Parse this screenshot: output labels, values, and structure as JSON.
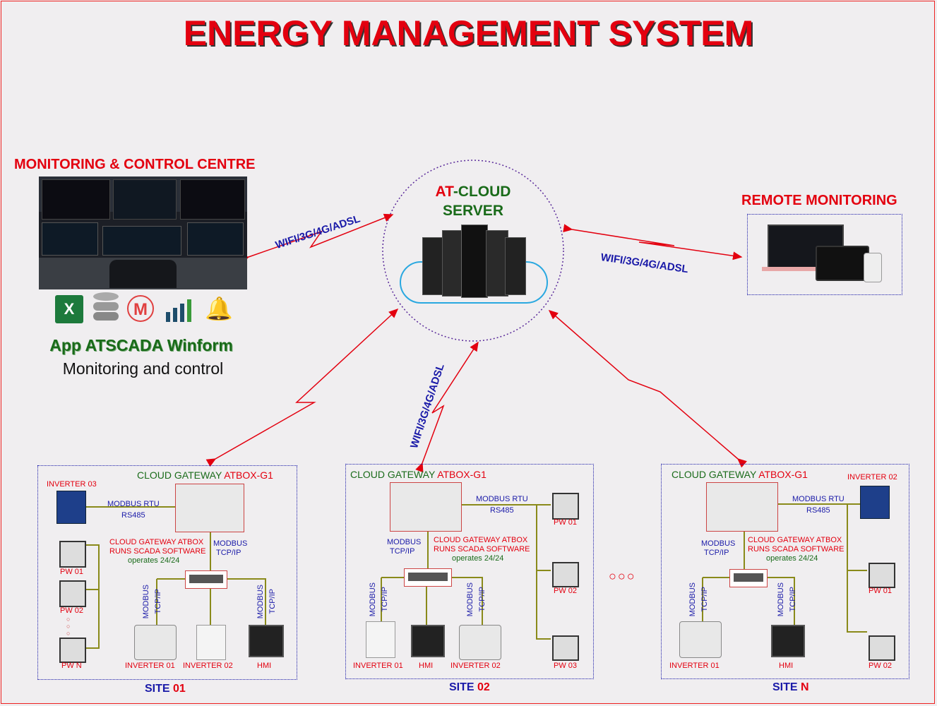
{
  "title": "ENERGY MANAGEMENT SYSTEM",
  "control_centre": {
    "heading": "MONITORING & CONTROL CENTRE",
    "app_name": "App ATSCADA Winform",
    "app_desc": "Monitoring and control",
    "icons": [
      "excel-icon",
      "database-icon",
      "gmail-icon",
      "chart-icon",
      "alarm-bell-icon"
    ]
  },
  "cloud": {
    "prefix": "AT",
    "name": "-CLOUD",
    "line2": "SERVER"
  },
  "remote": {
    "heading": "REMOTE MONITORING"
  },
  "links": {
    "wifi": "WIFI/3G/4G/ADSL"
  },
  "dots_between": "○○○",
  "sites": [
    {
      "label": "SITE",
      "num": "01",
      "gateway_prefix": "CLOUD GATEWAY",
      "gateway_name": "ATBOX-G1",
      "note1": "CLOUD GATEWAY ATBOX",
      "note2": "RUNS SCADA SOFTWARE",
      "note3": "operates 24/24",
      "modbus_rtu": "MODBUS RTU",
      "rs485": "RS485",
      "modbus": "MODBUS",
      "tcpip": "TCP/IP",
      "devices": [
        "INVERTER 03",
        "PW 01",
        "PW 02",
        "PW N",
        "INVERTER 01",
        "INVERTER 02",
        "HMI"
      ]
    },
    {
      "label": "SITE",
      "num": "02",
      "gateway_prefix": "CLOUD GATEWAY",
      "gateway_name": "ATBOX-G1",
      "note1": "CLOUD GATEWAY ATBOX",
      "note2": "RUNS SCADA SOFTWARE",
      "note3": "operates 24/24",
      "modbus_rtu": "MODBUS RTU",
      "rs485": "RS485",
      "modbus": "MODBUS",
      "tcpip": "TCP/IP",
      "devices": [
        "PW 01",
        "PW 02",
        "PW 03",
        "INVERTER 01",
        "HMI",
        "INVERTER 02"
      ]
    },
    {
      "label": "SITE",
      "num": "N",
      "gateway_prefix": "CLOUD GATEWAY",
      "gateway_name": "ATBOX-G1",
      "note1": "CLOUD GATEWAY ATBOX",
      "note2": "RUNS SCADA SOFTWARE",
      "note3": "operates 24/24",
      "modbus_rtu": "MODBUS RTU",
      "rs485": "RS485",
      "modbus": "MODBUS",
      "tcpip": "TCP/IP",
      "devices": [
        "INVERTER 02",
        "PW 01",
        "PW 02",
        "INVERTER 01",
        "HMI"
      ]
    }
  ],
  "colors": {
    "red": "#e3000f",
    "blue": "#1a1aa8",
    "green": "#1a6b1a",
    "olive": "#8a8a1a"
  }
}
